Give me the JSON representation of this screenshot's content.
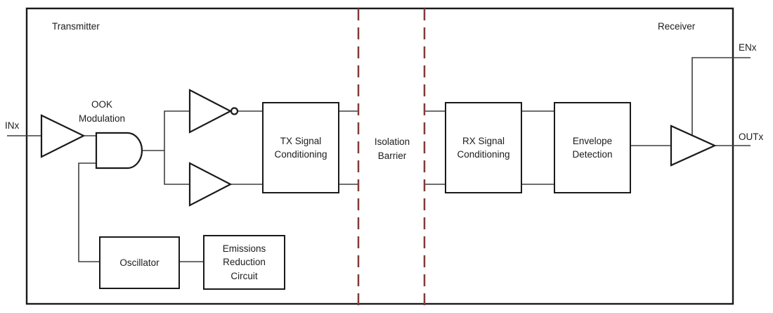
{
  "labels": {
    "transmitter": "Transmitter",
    "receiver": "Receiver",
    "inx": "INx",
    "enx": "ENx",
    "outx": "OUTx"
  },
  "annotations": {
    "ook": {
      "line1": "OOK",
      "line2": "Modulation"
    },
    "barrier": {
      "line1": "Isolation",
      "line2": "Barrier"
    }
  },
  "blocks": {
    "tx": {
      "line1": "TX Signal",
      "line2": "Conditioning"
    },
    "rx": {
      "line1": "RX Signal",
      "line2": "Conditioning"
    },
    "envelope": {
      "line1": "Envelope",
      "line2": "Detection"
    },
    "oscillator": {
      "line1": "Oscillator"
    },
    "emissions": {
      "line1": "Emissions",
      "line2": "Reduction",
      "line3": "Circuit"
    }
  },
  "shapes": {
    "input_buffer": "buffer-triangle",
    "and_gate": "and-gate",
    "inverter": "inverter-triangle-with-bubble",
    "drive_buffer": "buffer-triangle",
    "output_buffer": "buffer-triangle"
  },
  "colors": {
    "barrier_dash": "#813B38",
    "wire": "#3f3f3f",
    "outline": "#1a1a1a",
    "text": "#1c1c1c"
  }
}
